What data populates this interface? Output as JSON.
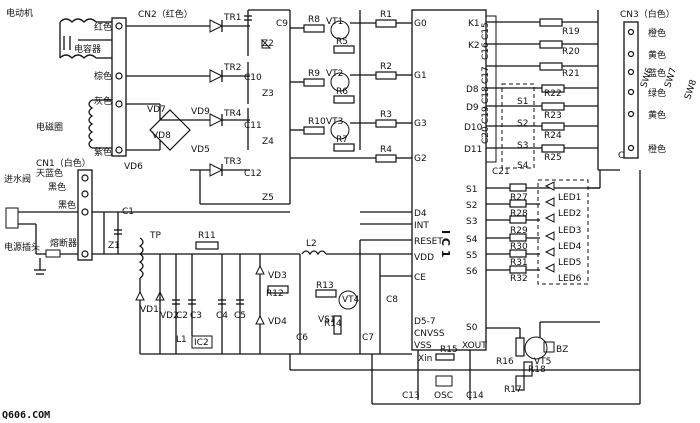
{
  "labels": {
    "motor": "电动机",
    "capacitor": "电容器",
    "coil": "电磁圈",
    "water_valve": "进水阀",
    "plug": "电源插头",
    "fuse": "熔断器",
    "sky_blue": "天蓝色",
    "black1": "黑色",
    "black2": "黑色",
    "red": "红色",
    "brown": "棕色",
    "gray": "灰色",
    "purple": "紫色",
    "cn1": "CN1（白色）",
    "cn2": "CN2（红色）",
    "cn3": "CN3（白色）",
    "orange1": "橙色",
    "yellow1": "黄色",
    "blue": "蓝色",
    "green": "绿色",
    "yellow2": "黄色",
    "orange2": "橙色",
    "ic_mark": "I C 1",
    "watermark": "Q606.COM"
  },
  "triacs": [
    "TR1",
    "TR2",
    "TR4",
    "TR3"
  ],
  "caps_top": [
    "C9",
    "C10",
    "C11",
    "C12"
  ],
  "zeners_top": [
    "Z2",
    "Z3",
    "Z4",
    "Z5"
  ],
  "trans": [
    "VT1",
    "VT2",
    "VT3"
  ],
  "res_left": [
    "R8",
    "R9",
    "R10"
  ],
  "res_left2": [
    "R5",
    "R6",
    "R7"
  ],
  "res_gate": [
    "R1",
    "R2",
    "R3",
    "R4"
  ],
  "ic_left_pins": [
    "G0",
    "G1",
    "G3",
    "G2",
    "D4",
    "INT",
    "RESET",
    "VDD",
    "CE",
    "D5-7",
    "CNVSS",
    "VSS"
  ],
  "ic_right_pins": [
    "K1",
    "K2",
    "D8",
    "D9",
    "D10",
    "D11",
    "S1",
    "S2",
    "S3",
    "S4",
    "S5",
    "S6",
    "S0",
    "XOUT"
  ],
  "xin": "Xin",
  "res_right": [
    "R19",
    "R20",
    "R21",
    "R22",
    "R23",
    "R24",
    "R25"
  ],
  "caps_right": [
    "C15",
    "C16",
    "C17",
    "C18",
    "C19",
    "C20"
  ],
  "switches": [
    "S1",
    "S2",
    "S3",
    "S4",
    "SW6",
    "SW7",
    "SW8"
  ],
  "leds": [
    "LED1",
    "LED2",
    "LED3",
    "LED4",
    "LED5",
    "LED6"
  ],
  "res_led": [
    "R27",
    "R28",
    "R29",
    "R30",
    "R31",
    "R32"
  ],
  "misc": {
    "c21": "C21",
    "c23": "C23",
    "vd7": "VD7",
    "vd8": "VD8",
    "vd9": "VD9",
    "vd5": "VD5",
    "vd6": "VD6",
    "c1": "C1",
    "z1": "Z1",
    "tp": "TP",
    "r11": "R11",
    "vd1": "VD1",
    "vd2": "VD2",
    "c2": "C2",
    "c3": "C3",
    "c4": "C4",
    "c5": "C5",
    "l1": "L1",
    "ic2": "IC2",
    "vd3": "VD3",
    "vd4": "VD4",
    "r12": "R12",
    "c6": "C6",
    "vs1": "VS1",
    "r13": "R13",
    "r14": "R14",
    "vt4": "VT4",
    "l2": "L2",
    "c7": "C7",
    "c8": "C8",
    "r15": "R15",
    "c13": "C13",
    "c14": "C14",
    "osc": "OSC",
    "r16": "R16",
    "r17": "R17",
    "r18": "R18",
    "vt5": "VT5",
    "bz": "BZ"
  }
}
